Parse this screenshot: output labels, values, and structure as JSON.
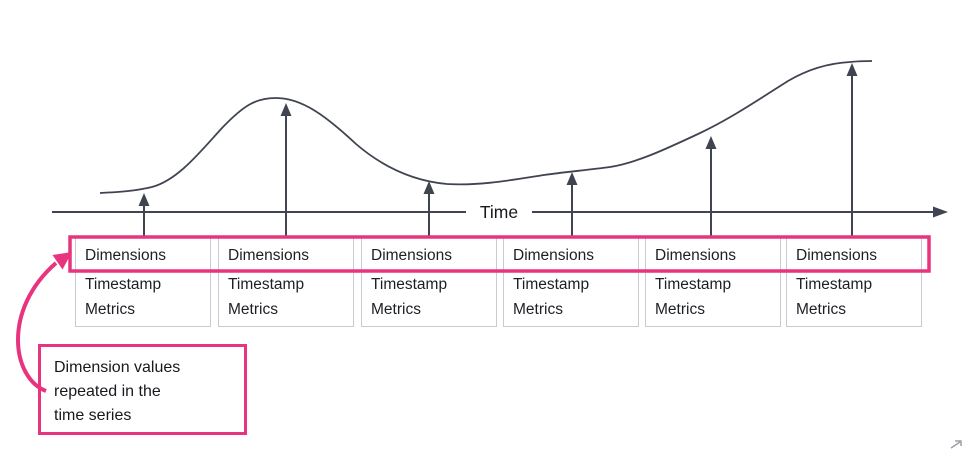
{
  "colors": {
    "accent_pink": "#e8347e",
    "line_gray": "#3f4450",
    "box_border_gray": "#c9cbd1",
    "text": "#1c1f24"
  },
  "axis": {
    "label": "Time"
  },
  "record_box": {
    "dimensions": "Dimensions",
    "timestamp": "Timestamp",
    "metrics": "Metrics"
  },
  "callout": {
    "lines": [
      "Dimension values",
      "repeated in the",
      "time series"
    ]
  },
  "icons": {
    "axis_arrow": "right-arrow-icon",
    "sample_arrows": "up-arrow-icon",
    "callout_pointer": "curved-arrow-icon"
  }
}
